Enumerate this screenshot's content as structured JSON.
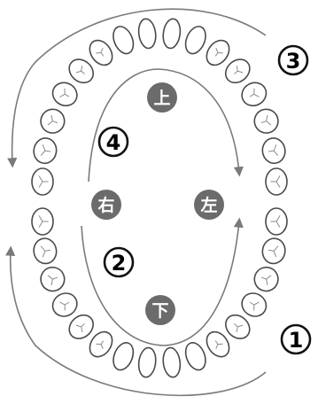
{
  "labels": {
    "upper": "上",
    "lower": "下",
    "right": "右",
    "left": "左"
  },
  "steps": {
    "step1": "1",
    "step2": "2",
    "step3": "3",
    "step4": "4"
  },
  "colors": {
    "badge": "#6b6b6b",
    "arrow": "#7a7a7a",
    "tooth_stroke": "#4a4a4a",
    "tooth_fill": "#ffffff",
    "circle_stroke": "#111111"
  }
}
